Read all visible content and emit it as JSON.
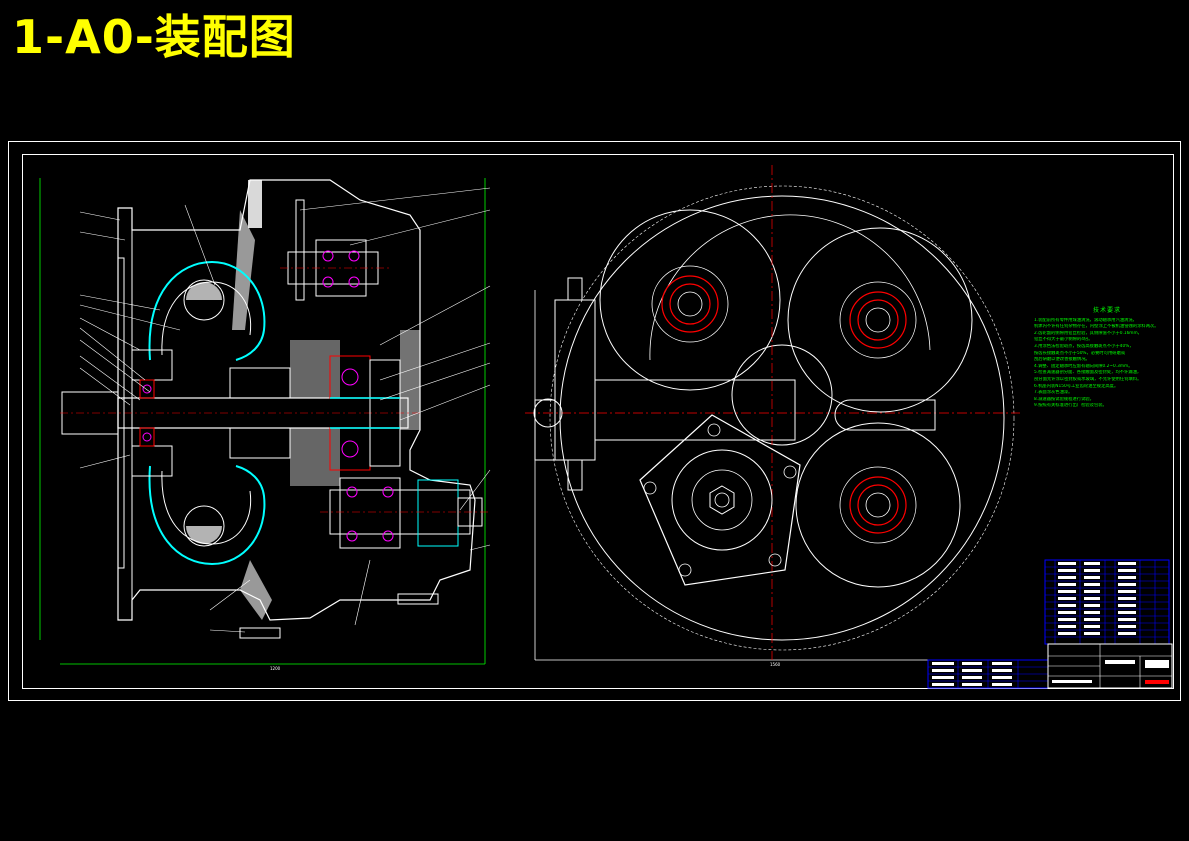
{
  "page": {
    "title": "1-A0-装配图"
  },
  "colors": {
    "background": "#000000",
    "title": "#ffff00",
    "lines": "#ffffff",
    "section": "#00ffff",
    "centerline": "#ff0000",
    "dimension": "#00ff00",
    "bearing": "#ff00ff",
    "table": "#0000ff"
  },
  "tech_notes": {
    "title": "技术要求",
    "lines": [
      "1.装配前所有零件用煤油清洗，滚动轴承用汽油清洗，",
      "   机体内不许有任何杂物存在，内壁涂上不被机油侵蚀的涂料两次。",
      "2.齿轮副的侧隙用铅丝检验，其侧隙值不小于0.16mm，",
      "   铅丝不得大于最小侧隙的4倍。",
      "3.用涂色法检验斑点，按齿高接触斑点不小于40%，",
      "   按齿长接触斑点不小于50%，必要时可用研磨或",
      "   刮后研磨以便改善接触情况。",
      "4.调整、固定轴承时应留有轴向间隙0.2~0.3mm。",
      "5.检查减速器剖分面、各接触面及密封处，均不许漏油，",
      "   剖分面允许涂以密封胶或水玻璃，不允许使用任何填料。",
      "6.机座内装N150号工业齿轮油至规定高度。",
      "7.表面涂灰色油漆。",
      "8.减速器按试验规程进行试验。",
      "9.按照有关标准进行出厂检验及包装。"
    ]
  }
}
